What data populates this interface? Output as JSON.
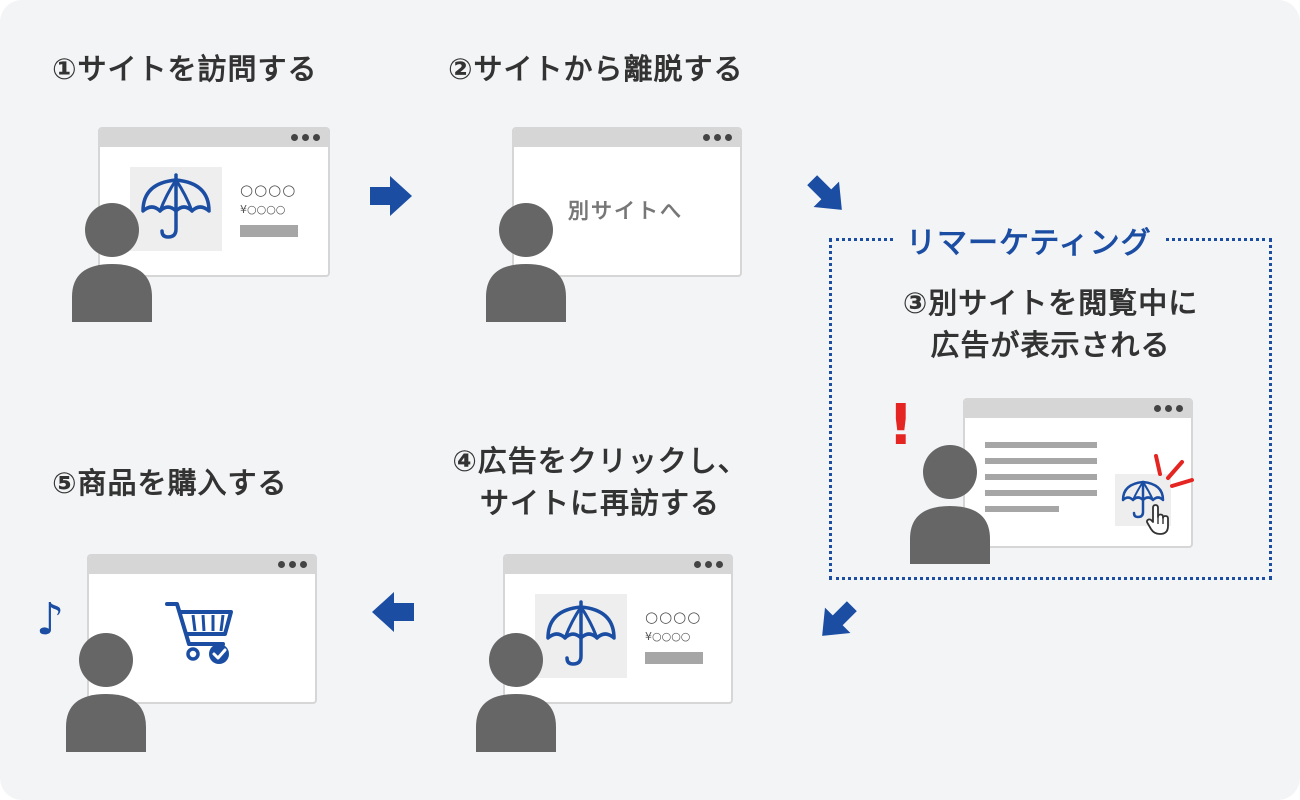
{
  "steps": {
    "step1": "①サイトを訪問する",
    "step2": "②サイトから離脱する",
    "step3_line1": "③別サイトを閲覧中に",
    "step3_line2": "広告が表示される",
    "step4_line1": "④広告をクリックし、",
    "step4_line2": "サイトに再訪する",
    "step5": "⑤商品を購入する"
  },
  "remarketing_label": "リマーケティング",
  "product": {
    "name": "○○○○",
    "price": "¥○○○○"
  },
  "other_site_text": "別サイトへ",
  "icons": {
    "umbrella": "umbrella-icon",
    "cart": "shopping-cart-icon",
    "person": "person-icon",
    "arrow": "arrow-icon",
    "hand": "hand-cursor-icon",
    "note": "music-note-icon",
    "exclaim": "exclamation-icon"
  },
  "colors": {
    "accent_blue": "#1b4ea3",
    "alert_red": "#e52521",
    "person_gray": "#666666",
    "background": "#f3f4f6"
  },
  "glyphs": {
    "exclaim": "!",
    "note": "♪"
  }
}
